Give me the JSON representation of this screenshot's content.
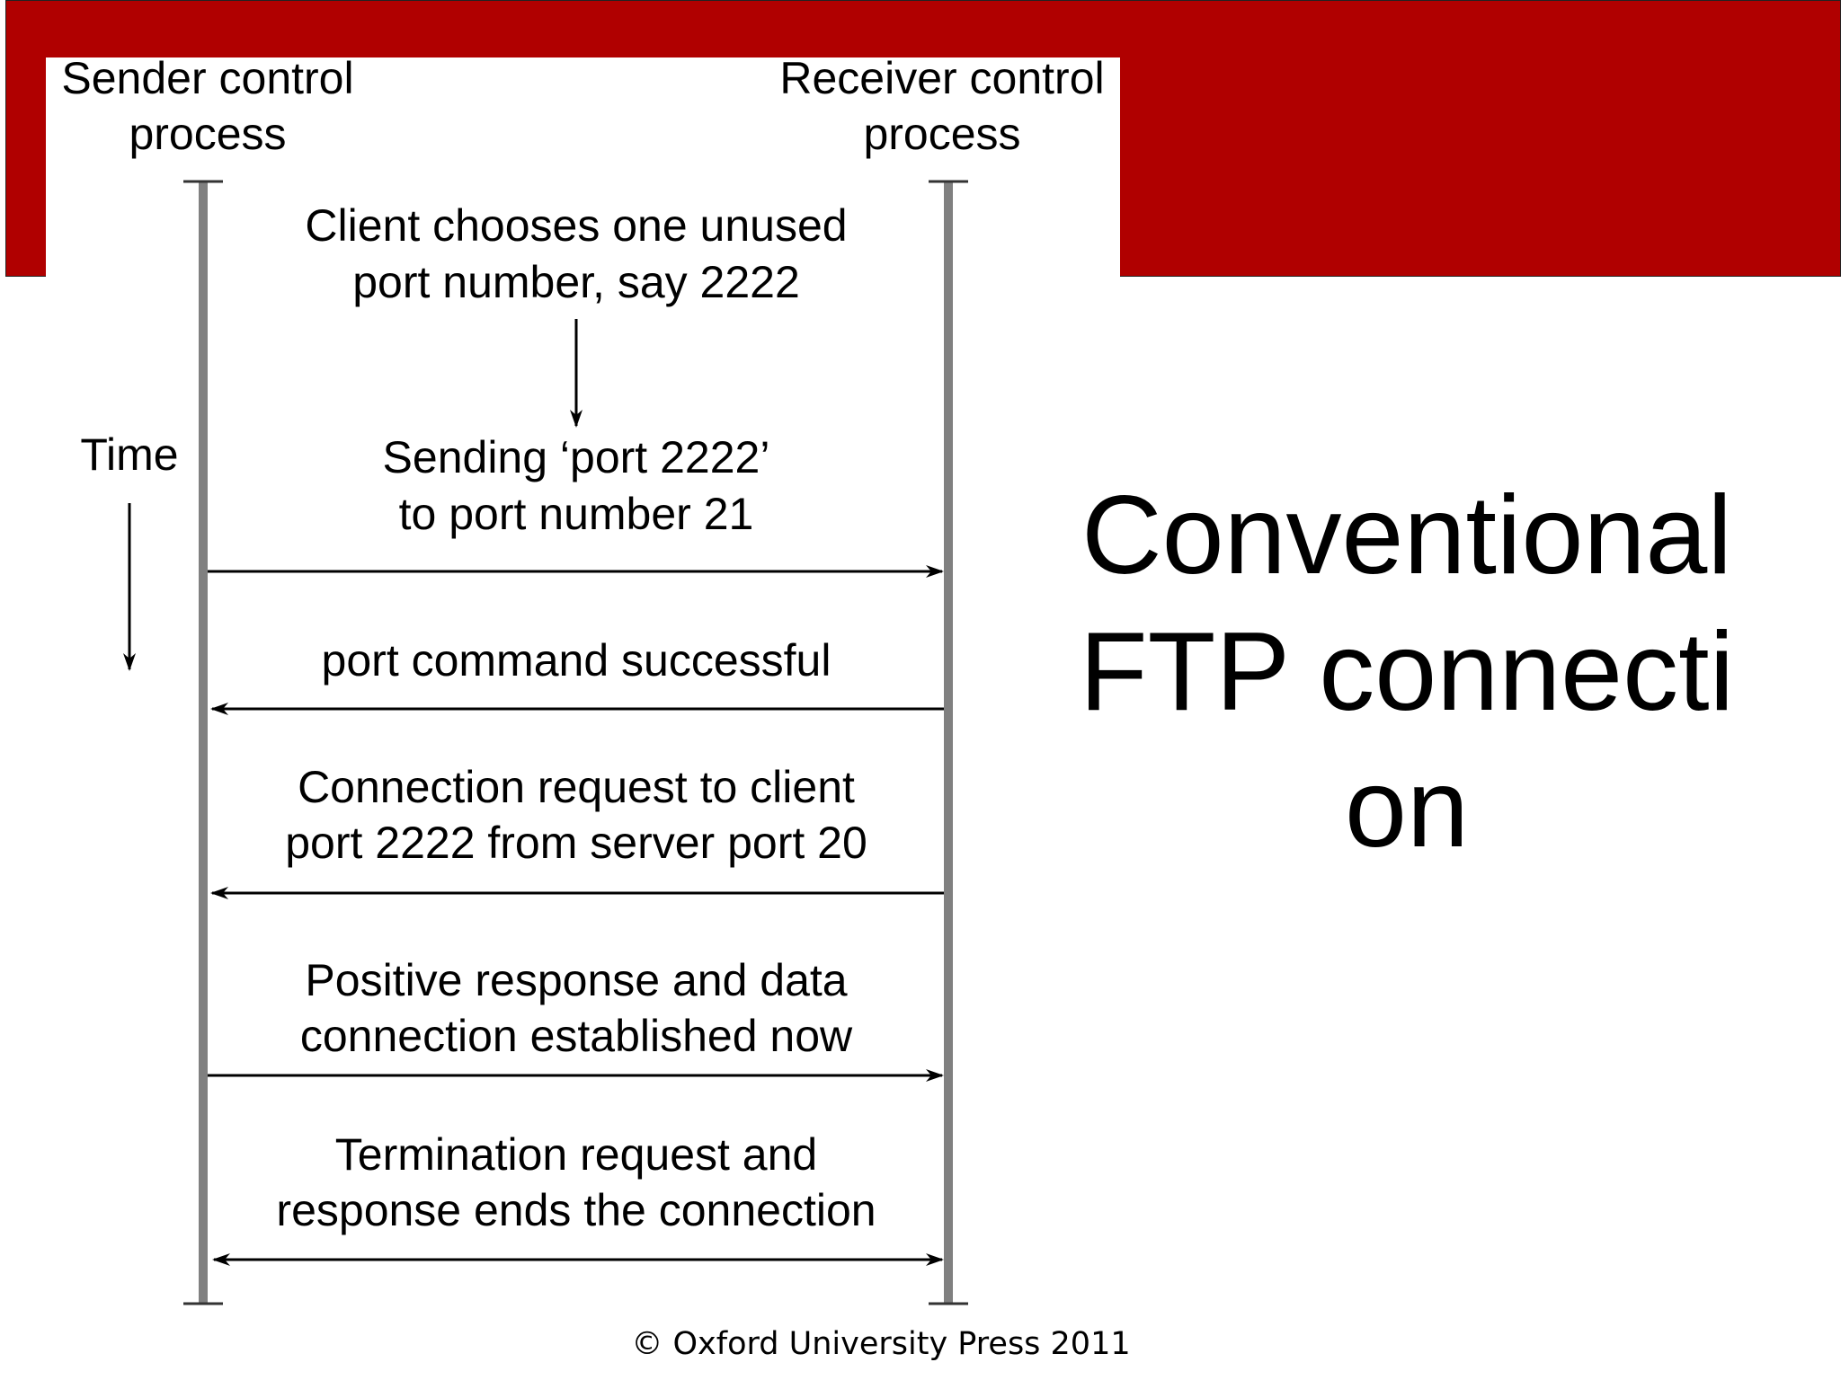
{
  "slide": {
    "title": "Conventional FTP connection",
    "copyright": "© Oxford University Press 2011",
    "banner_color": "#b00000"
  },
  "diagram": {
    "sender_label": [
      "Sender control",
      "process"
    ],
    "receiver_label": [
      "Receiver control",
      "process"
    ],
    "time_label": "Time",
    "client_note": [
      "Client chooses one unused",
      "port number, say 2222"
    ],
    "messages": [
      {
        "lines": [
          "Sending ‘port 2222’",
          "to port number 21"
        ],
        "direction": "to-receiver"
      },
      {
        "lines": [
          "port command successful"
        ],
        "direction": "to-sender"
      },
      {
        "lines": [
          "Connection request to client",
          "port 2222 from server port 20"
        ],
        "direction": "to-sender"
      },
      {
        "lines": [
          "Positive response and data",
          "connection established now"
        ],
        "direction": "to-receiver"
      },
      {
        "lines": [
          "Termination request and",
          "response ends the connection"
        ],
        "direction": "both"
      }
    ]
  }
}
